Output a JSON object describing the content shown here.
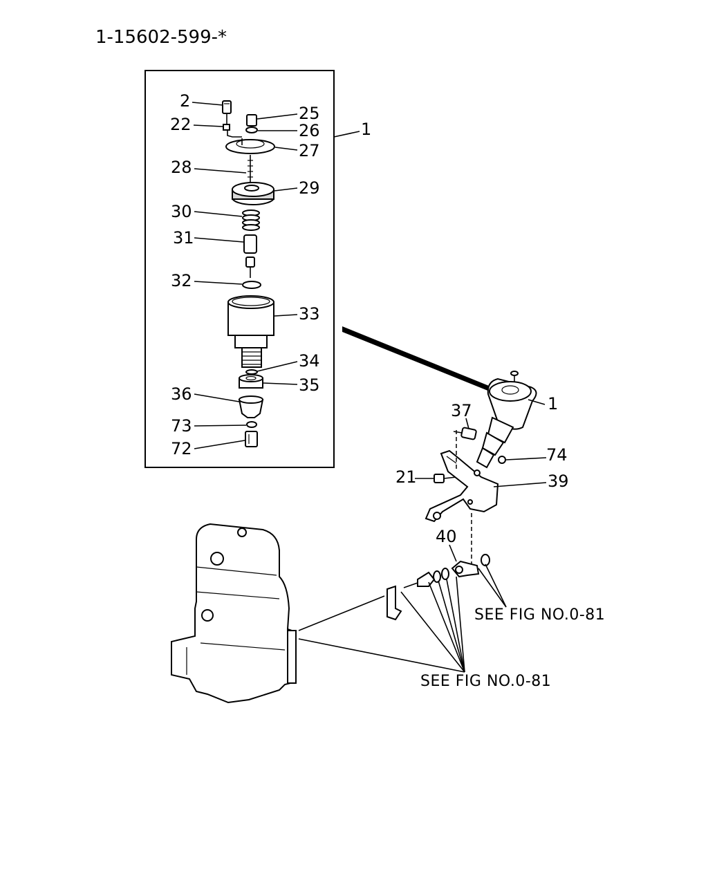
{
  "document": {
    "part_number": "1-15602-599-*"
  },
  "callouts": {
    "c1_inset": "1",
    "c2": "2",
    "c22": "22",
    "c25": "25",
    "c26": "26",
    "c27": "27",
    "c28": "28",
    "c29": "29",
    "c30": "30",
    "c31": "31",
    "c32": "32",
    "c33": "33",
    "c34": "34",
    "c35": "35",
    "c36": "36",
    "c73": "73",
    "c72": "72",
    "c1_main": "1",
    "c37": "37",
    "c74": "74",
    "c21": "21",
    "c39": "39",
    "c40": "40"
  },
  "references": {
    "see_fig_upper": "SEE FIG NO.0-81",
    "see_fig_lower": "SEE FIG NO.0-81"
  }
}
